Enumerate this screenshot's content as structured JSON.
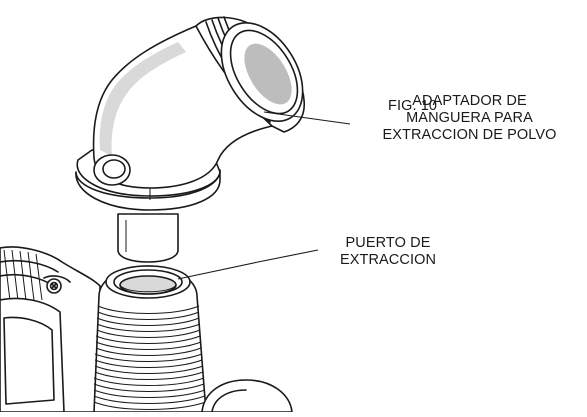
{
  "figure": {
    "number_label": "FIG. 10"
  },
  "callouts": {
    "adapter": {
      "lines": [
        "ADAPTADOR DE",
        "MANGUERA PARA",
        "EXTRACCION DE POLVO"
      ]
    },
    "port": {
      "lines": [
        "PUERTO DE",
        "EXTRACCION"
      ]
    }
  },
  "colors": {
    "ink": "#1a1a1a",
    "shade": "#d9d9d9",
    "background": "#ffffff"
  }
}
